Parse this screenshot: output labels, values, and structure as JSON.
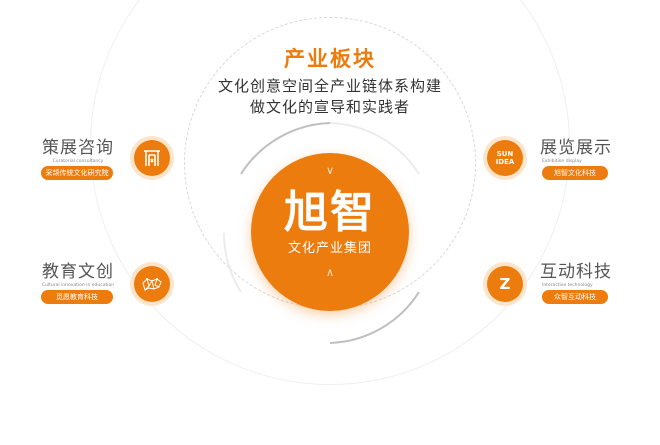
{
  "header": {
    "title": "产业板块",
    "line1": "文化创意空间全产业链体系构建",
    "line2": "做文化的宣导和实践者"
  },
  "core": {
    "logo_text": "旭智",
    "subtitle": "文化产业集团"
  },
  "modules": {
    "top_left": {
      "title": "策展咨询",
      "en": "Curatorial consultancy",
      "tag": "采颉传统文化研究院",
      "icon": "gate-icon"
    },
    "bottom_left": {
      "title": "教育文创",
      "en": "Cultural innovation in education",
      "tag": "觅愿教育科技",
      "icon": "deer-icon"
    },
    "top_right": {
      "title": "展览展示",
      "en": "Exhibition display",
      "tag": "旭智文化科技",
      "icon": "sun-idea-logo-icon",
      "logo_lines": [
        "SUN",
        "IDEA"
      ]
    },
    "bottom_right": {
      "title": "互动科技",
      "en": "Interactive technology",
      "tag": "众智互动科技",
      "icon": "z-logo-icon",
      "logo": "Z"
    }
  },
  "colors": {
    "accent": "#ec7c0e",
    "text": "#333333",
    "muted": "#888888"
  }
}
